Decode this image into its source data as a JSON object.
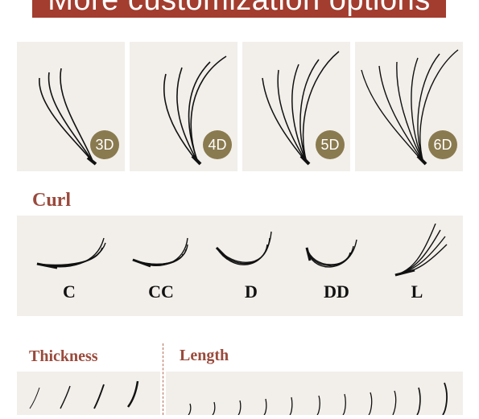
{
  "banner": {
    "title": "More customization options"
  },
  "fans": [
    {
      "label": "3D"
    },
    {
      "label": "4D"
    },
    {
      "label": "5D"
    },
    {
      "label": "6D"
    }
  ],
  "curl": {
    "title": "Curl",
    "items": [
      {
        "label": "C"
      },
      {
        "label": "CC"
      },
      {
        "label": "D"
      },
      {
        "label": "DD"
      },
      {
        "label": "L"
      }
    ]
  },
  "thickness": {
    "title": "Thickness"
  },
  "length": {
    "title": "Length"
  },
  "colors": {
    "banner": "#a23d2f",
    "accent": "#9a4a3c",
    "panel": "#f2efea",
    "badge": "#8a7a4f"
  }
}
